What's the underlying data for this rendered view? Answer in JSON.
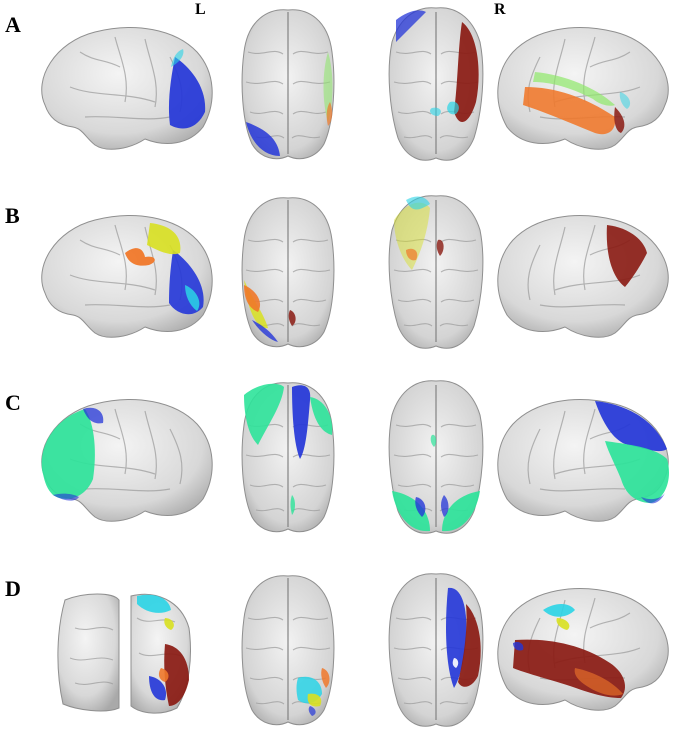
{
  "figure": {
    "hemisphere_labels": {
      "left": "L",
      "right": "R"
    },
    "rows": [
      {
        "label": "A"
      },
      {
        "label": "B"
      },
      {
        "label": "C"
      },
      {
        "label": "D"
      }
    ],
    "colors": {
      "cortex": "#dcdcdc",
      "blue": "#2436d8",
      "cyan": "#2ad4e6",
      "green": "#2ee39a",
      "yellow": "#d8e020",
      "orange": "#f0782a",
      "dark_red": "#8a1a12",
      "lime": "#8ee86a"
    }
  }
}
